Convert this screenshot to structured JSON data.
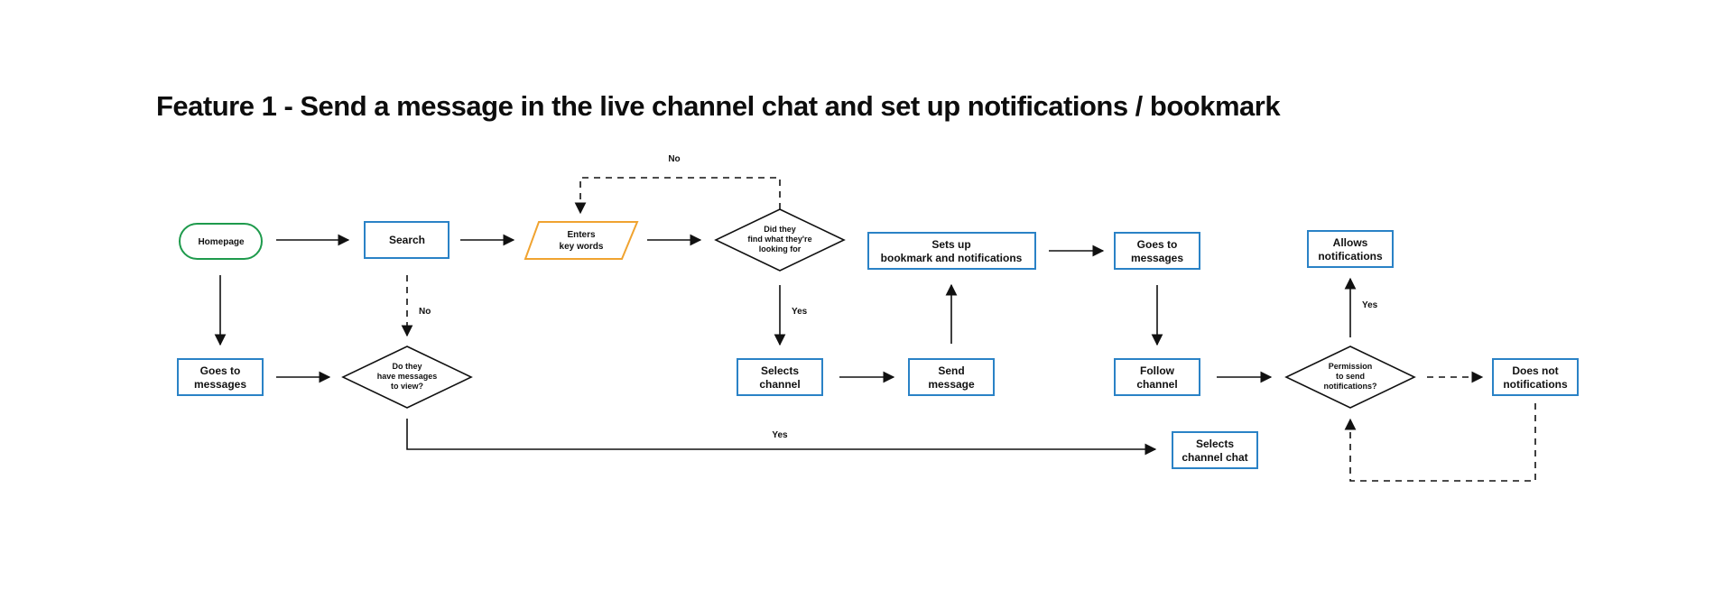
{
  "title": "Feature 1 - Send a message in the live channel chat and set up notifications / bookmark",
  "colors": {
    "terminator_stroke": "#1e9a4c",
    "process_stroke": "#2a82c6",
    "io_stroke": "#f0a330",
    "decision_stroke": "#111111",
    "connector": "#111111"
  },
  "nodes": {
    "homepage": "Homepage",
    "search": "Search",
    "enters_key_words": [
      "Enters",
      "key words"
    ],
    "did_they_find": [
      "Did they",
      "find what they're",
      "looking for"
    ],
    "goes_to_messages_1": [
      "Goes to",
      "messages"
    ],
    "do_they_have_messages": [
      "Do they",
      "have messages",
      "to view?"
    ],
    "selects_channel": [
      "Selects",
      "channel"
    ],
    "send_message": [
      "Send",
      "message"
    ],
    "sets_up_bookmark": [
      "Sets up",
      "bookmark and notifications"
    ],
    "goes_to_messages_2": [
      "Goes to",
      "messages"
    ],
    "follow_channel": [
      "Follow",
      "channel"
    ],
    "permission": [
      "Permission",
      "to send",
      "notifications?"
    ],
    "allows_notifications": [
      "Allows",
      "notifications"
    ],
    "does_not_notifications": [
      "Does not",
      "notifications"
    ],
    "selects_channel_chat": [
      "Selects",
      "channel chat"
    ]
  },
  "edge_labels": {
    "no_top": "No",
    "no_search": "No",
    "yes_find": "Yes",
    "yes_bottom": "Yes",
    "yes_allow": "Yes"
  }
}
